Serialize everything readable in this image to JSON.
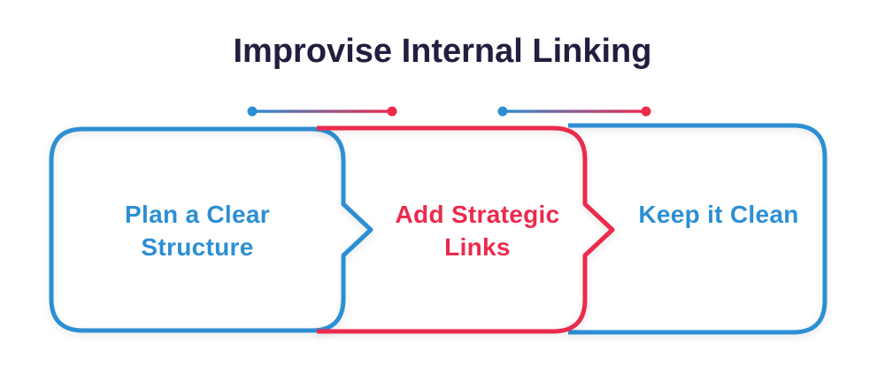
{
  "title": {
    "text": "Improvise Internal Linking",
    "color": "#211E3E"
  },
  "colors": {
    "blue": "#2D8FD3",
    "red": "#EC2A4C",
    "background": "#FFFFFF"
  },
  "steps": [
    {
      "label": "Plan a Clear Structure",
      "lines": [
        "Plan a Clear",
        "Structure"
      ],
      "color": "#2D8FD3"
    },
    {
      "label": "Add Strategic Links",
      "lines": [
        "Add Strategic",
        "Links"
      ],
      "color": "#EC2A4C"
    },
    {
      "label": "Keep it Clean",
      "lines": [
        "Keep it Clean"
      ],
      "color": "#2D8FD3"
    }
  ],
  "connectors": [
    {
      "start_color": "#2D8FD3",
      "end_color": "#EC2A4C"
    },
    {
      "start_color": "#2D8FD3",
      "end_color": "#EC2A4C"
    }
  ]
}
